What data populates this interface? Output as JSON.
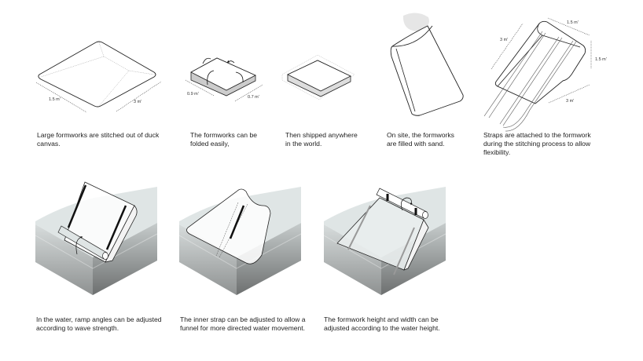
{
  "steps": [
    {
      "caption": "Large formworks are stitched out of duck canvas.",
      "dims": [
        "1.5 m'",
        "3 m'"
      ]
    },
    {
      "caption": "The formworks can be folded easily,",
      "dims": [
        "0.9 m'",
        "0.7 m'"
      ]
    },
    {
      "caption": "Then shipped anywhere in the world."
    },
    {
      "caption": "On site, the formworks are filled with sand."
    },
    {
      "caption": "Straps are attached to the formwork during the stitching process to allow flexibility.",
      "dims": [
        "1.5 m'",
        "3 m'",
        "1.5 m'",
        "3 m'"
      ]
    },
    {
      "caption": "In the water, ramp angles can be adjusted according to wave strength."
    },
    {
      "caption": "The inner strap can be adjusted to allow a funnel for more directed water movement."
    },
    {
      "caption": "The formwork height and width can be adjusted according to the water height."
    }
  ]
}
